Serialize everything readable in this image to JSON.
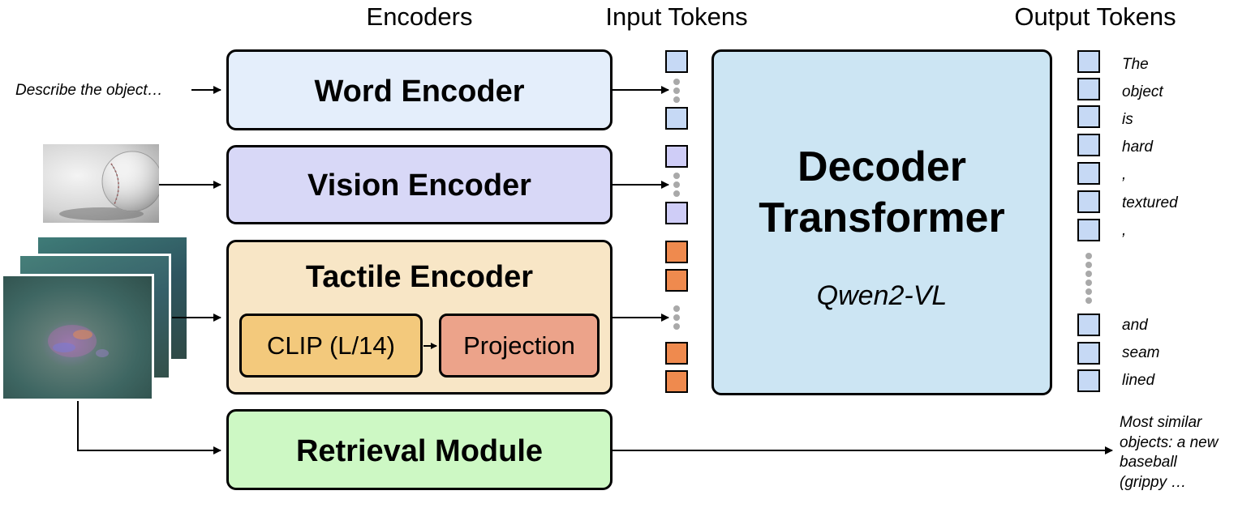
{
  "headers": {
    "encoders": "Encoders",
    "input_tokens": "Input Tokens",
    "output_tokens": "Output Tokens"
  },
  "input_prompt": "Describe the object…",
  "encoders": {
    "word": "Word Encoder",
    "vision": "Vision Encoder",
    "tactile": "Tactile Encoder",
    "clip": "CLIP (L/14)",
    "projection": "Projection",
    "retrieval": "Retrieval Module"
  },
  "decoder": {
    "title_line1": "Decoder",
    "title_line2": "Transformer",
    "model": "Qwen2-VL"
  },
  "output_words": [
    "The",
    "object",
    "is",
    "hard",
    ",",
    "textured",
    ",",
    "and",
    "seam",
    "lined"
  ],
  "retrieval_output": [
    "Most similar",
    "objects: a new",
    "baseball",
    "(grippy …"
  ],
  "colors": {
    "word_encoder": "#e4eefb",
    "vision_encoder": "#d8d8f7",
    "tactile_encoder": "#f8e6c6",
    "clip": "#f3c97c",
    "projection": "#eca38a",
    "retrieval": "#cdf8c4",
    "decoder": "#cce5f3",
    "token_blue": "#c6d9f5",
    "token_purple": "#cfcdf7",
    "token_orange": "#ef8a4e"
  }
}
